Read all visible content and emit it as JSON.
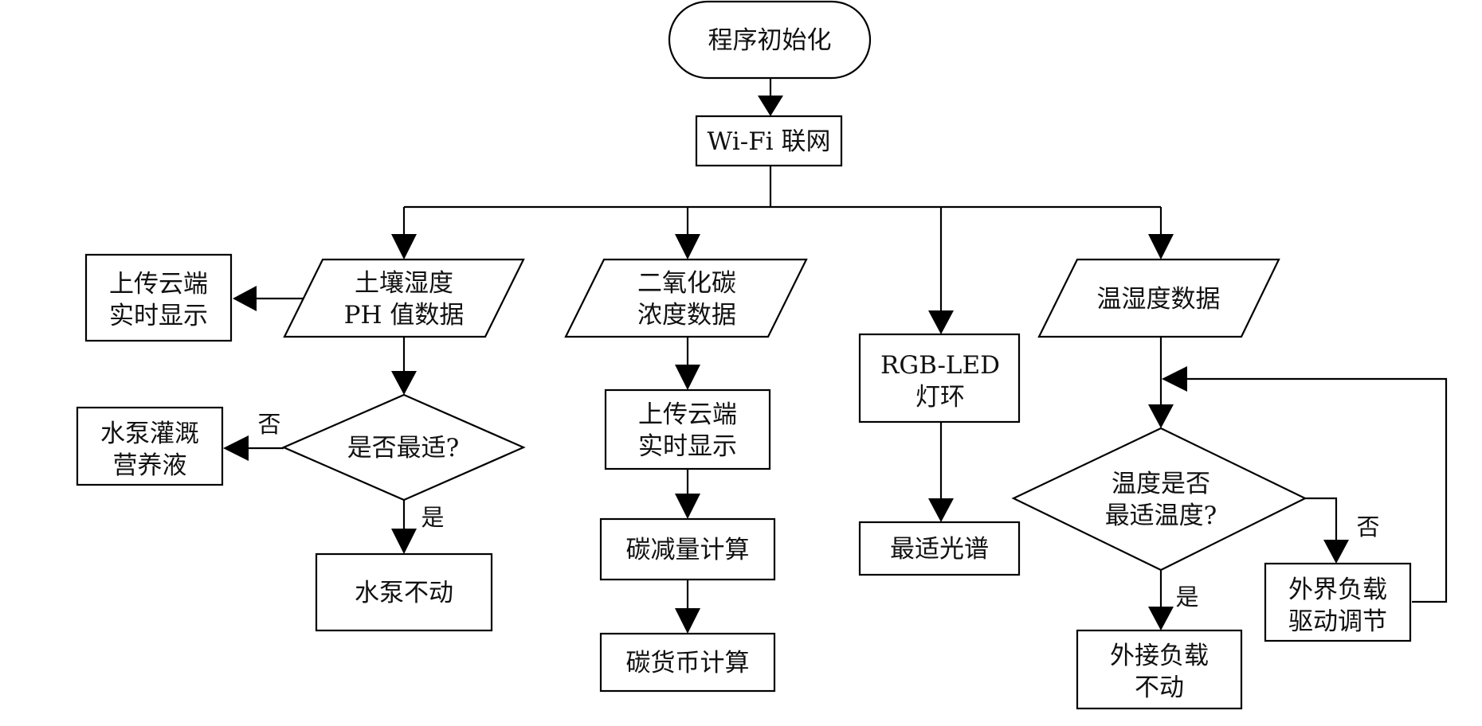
{
  "nodes": {
    "init": "程序初始化",
    "wifi": "Wi-Fi 联网",
    "upload_left": [
      "上传云端",
      "实时显示"
    ],
    "soil": [
      "土壤湿度",
      "PH 值数据"
    ],
    "co2": [
      "二氧化碳",
      "浓度数据"
    ],
    "rgb": [
      "RGB-LED",
      "灯环"
    ],
    "temp_data": "温湿度数据",
    "pump_irrigate": [
      "水泵灌溉",
      "营养液"
    ],
    "optimal_q": "是否最适?",
    "pump_idle": "水泵不动",
    "upload_mid": [
      "上传云端",
      "实时显示"
    ],
    "carbon_reduction": "碳减量计算",
    "carbon_currency": "碳货币计算",
    "spectrum": "最适光谱",
    "temp_q": [
      "温度是否",
      "最适温度?"
    ],
    "external_adjust": [
      "外界负载",
      "驱动调节"
    ],
    "external_idle": [
      "外接负载",
      "不动"
    ]
  },
  "edge_labels": {
    "soil_no": "否",
    "soil_yes": "是",
    "temp_no": "否",
    "temp_yes": "是"
  }
}
